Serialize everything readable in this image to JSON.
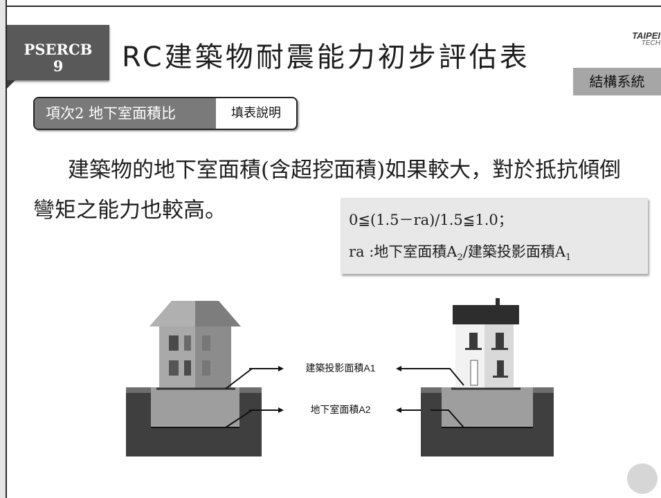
{
  "header": {
    "badge_text": "PSERCB9",
    "title": "RC建築物耐震能力初步評估表",
    "logo_top": "TAIPEI",
    "logo_bottom": "TECH",
    "section": "結構系統"
  },
  "item": {
    "label": "項次2 地下室面積比",
    "action": "填表說明"
  },
  "body": {
    "line1": "建築物的地下室面積(含超挖面積)如果較大，對於抵抗傾倒",
    "line2": "彎矩之能力也較高。"
  },
  "formula": {
    "line1": "0≦(1.5－ra)/1.5≦1.0；",
    "line2_prefix": "ra :地下室面積A",
    "line2_sub1": "2",
    "line2_mid": "/建築投影面積A",
    "line2_sub2": "1"
  },
  "diagram": {
    "label_a1": "建築投影面積A1",
    "label_a2": "地下室面積A2"
  }
}
